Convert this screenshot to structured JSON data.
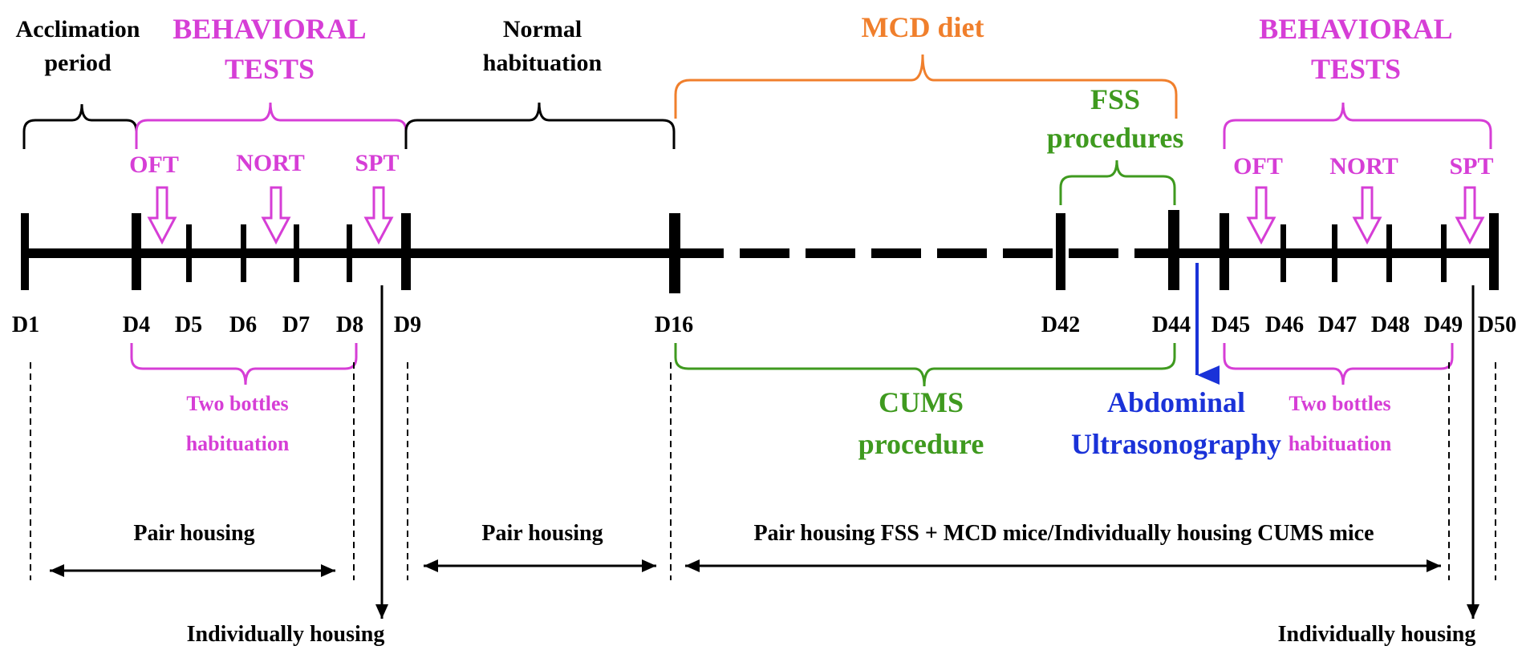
{
  "colors": {
    "black": "#000000",
    "magenta": "#d63ed6",
    "orange": "#f07f2c",
    "green": "#3f9a1f",
    "blue": "#1a32d8"
  },
  "periods": {
    "acclimation_line1": "Acclimation",
    "acclimation_line2": "period",
    "behavioral_left_line1": "BEHAVIORAL",
    "behavioral_left_line2": "TESTS",
    "normal_line1": "Normal",
    "normal_line2": "habituation",
    "mcd": "MCD diet",
    "fss_line1": "FSS",
    "fss_line2": "procedures",
    "behavioral_right_line1": "BEHAVIORAL",
    "behavioral_right_line2": "TESTS"
  },
  "tests": {
    "left_oft": "OFT",
    "left_nort": "NORT",
    "left_spt": "SPT",
    "right_oft": "OFT",
    "right_nort": "NORT",
    "right_spt": "SPT"
  },
  "days": [
    "D1",
    "D4",
    "D5",
    "D6",
    "D7",
    "D8",
    "D9",
    "D16",
    "D42",
    "D44",
    "D45",
    "D46",
    "D47",
    "D48",
    "D49",
    "D50"
  ],
  "lower": {
    "two_bottles_left_line1": "Two bottles",
    "two_bottles_left_line2": "habituation",
    "cums_line1": "CUMS",
    "cums_line2": "procedure",
    "ultrasound_line1": "Abdominal",
    "ultrasound_line2": "Ultrasonography",
    "two_bottles_right_line1": "Two bottles",
    "two_bottles_right_line2": "habituation"
  },
  "housing": {
    "pair1": "Pair housing",
    "pair2": "Pair housing",
    "pair3": "Pair housing FSS + MCD mice/Individually housing CUMS mice",
    "individual_left": "Individually housing",
    "individual_right": "Individually housing"
  }
}
